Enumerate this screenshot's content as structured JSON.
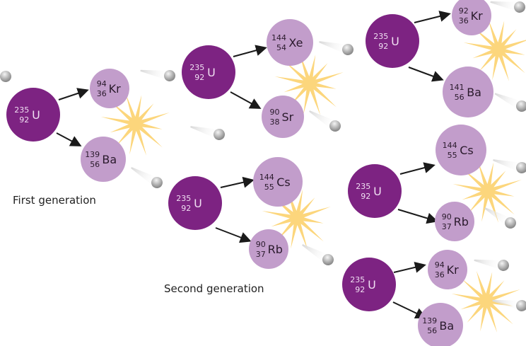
{
  "labels": {
    "first": "First generation",
    "second": "Second generation"
  },
  "colors": {
    "uranium": "#7d2382",
    "product": "#c29dcb",
    "flash": "#fcd67c",
    "neutron": "#a8a8a8"
  },
  "reactions": [
    {
      "parent": {
        "mass": "235",
        "num": "92",
        "sym": "U"
      },
      "p1": {
        "mass": "94",
        "num": "36",
        "sym": "Kr"
      },
      "p2": {
        "mass": "139",
        "num": "56",
        "sym": "Ba"
      }
    },
    {
      "parent": {
        "mass": "235",
        "num": "92",
        "sym": "U"
      },
      "p1": {
        "mass": "144",
        "num": "54",
        "sym": "Xe"
      },
      "p2": {
        "mass": "90",
        "num": "38",
        "sym": "Sr"
      }
    },
    {
      "parent": {
        "mass": "235",
        "num": "92",
        "sym": "U"
      },
      "p1": {
        "mass": "92",
        "num": "36",
        "sym": "Kr"
      },
      "p2": {
        "mass": "141",
        "num": "56",
        "sym": "Ba"
      }
    },
    {
      "parent": {
        "mass": "235",
        "num": "92",
        "sym": "U"
      },
      "p1": {
        "mass": "144",
        "num": "55",
        "sym": "Cs"
      },
      "p2": {
        "mass": "90",
        "num": "37",
        "sym": "Rb"
      }
    },
    {
      "parent": {
        "mass": "235",
        "num": "92",
        "sym": "U"
      },
      "p1": {
        "mass": "144",
        "num": "55",
        "sym": "Cs"
      },
      "p2": {
        "mass": "90",
        "num": "37",
        "sym": "Rb"
      }
    },
    {
      "parent": {
        "mass": "235",
        "num": "92",
        "sym": "U"
      },
      "p1": {
        "mass": "94",
        "num": "36",
        "sym": "Kr"
      },
      "p2": {
        "mass": "139",
        "num": "56",
        "sym": "Ba"
      }
    }
  ]
}
